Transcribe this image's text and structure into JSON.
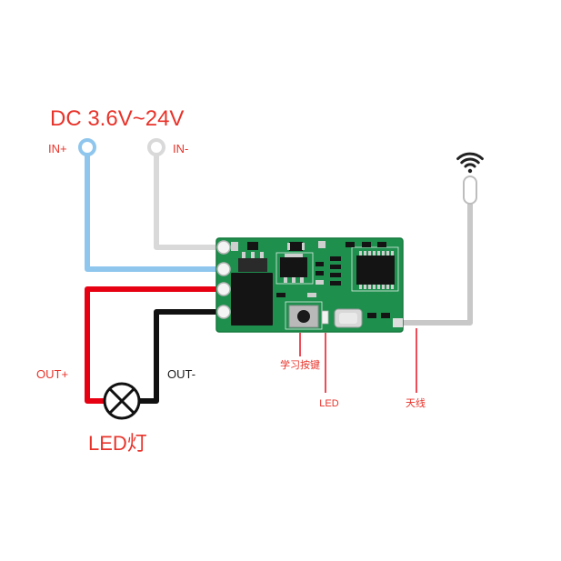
{
  "title": "DC 3.6V~24V",
  "inputs": {
    "positive": "IN+",
    "negative": "IN-"
  },
  "outputs": {
    "positive": "OUT+",
    "negative": "OUT-"
  },
  "load_label": "LED灯",
  "callouts": {
    "learn_button": "学习按键",
    "led": "LED",
    "antenna": "天线"
  },
  "colors": {
    "label_red": "#e8332a",
    "label_black": "#1a1a1a",
    "wire_in_positive": "#8fc6ee",
    "wire_in_negative": "#d9d9d9",
    "wire_out_positive": "#e60012",
    "wire_out_negative": "#111111",
    "antenna_wire": "#c8c8c8",
    "pointer": "#e60012",
    "pcb_green": "#1f8f4e"
  },
  "icons": {
    "wireless": "wifi-icon",
    "load": "led-bulb-icon",
    "terminal": "ring-terminal-icon"
  }
}
